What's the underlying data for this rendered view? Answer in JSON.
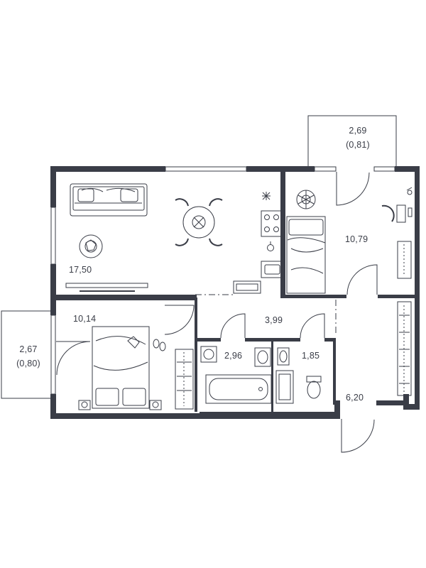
{
  "rooms": {
    "living_kitchen": {
      "area": "17,50"
    },
    "bedroom_right": {
      "area": "10,79"
    },
    "bedroom_left": {
      "area": "10,14"
    },
    "hall": {
      "area": "3,99"
    },
    "bathroom": {
      "area": "2,96"
    },
    "wc": {
      "area": "1,85"
    },
    "corridor": {
      "area": "6,20"
    },
    "balcony_top": {
      "area": "2,69",
      "sub": "(0,81)"
    },
    "balcony_left": {
      "area": "2,67",
      "sub": "(0,80)"
    }
  },
  "colors": {
    "wall": "#3a3d47",
    "line": "#3a3d47",
    "background": "#ffffff"
  }
}
